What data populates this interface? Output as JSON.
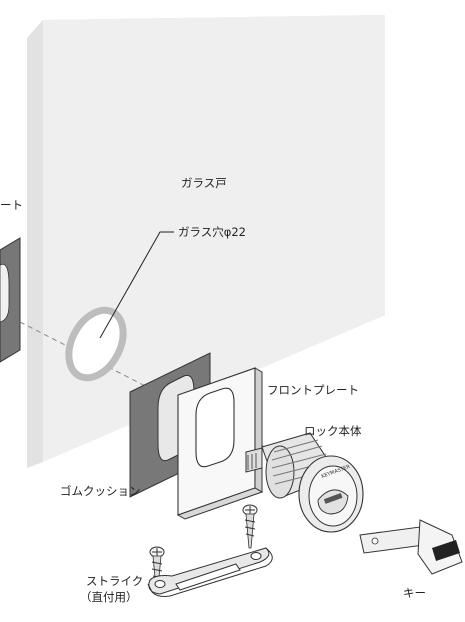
{
  "labels": {
    "glass_door": "ガラス戸",
    "glass_hole": "ガラス穴φ22",
    "front_plate": "フロントプレート",
    "lock_body": "ロック本体",
    "rubber_cushion": "ゴムクッション",
    "strike_line1": "ストライク",
    "strike_line2": "（直付用）",
    "key": "キー",
    "cut_left_top": "ート",
    "brand_mark": "KEYMASTER"
  },
  "colors": {
    "glass": "#efefef",
    "glass_side": "#dcdcdc",
    "rubber": "#787878",
    "metal": "#f4f4f4",
    "outline": "#333333"
  }
}
